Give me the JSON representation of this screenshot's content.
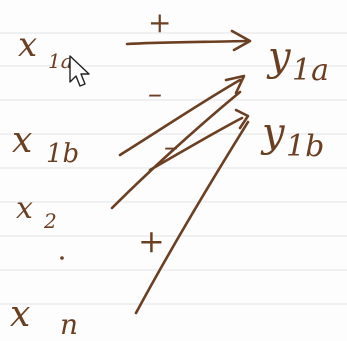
{
  "inputs": [
    {
      "id": "x1a",
      "label": "x",
      "sub": "1a"
    },
    {
      "id": "x1b",
      "label": "x",
      "sub": "1b"
    },
    {
      "id": "x2",
      "label": "x",
      "sub": "2"
    },
    {
      "id": "xn",
      "label": "x",
      "sub": "n"
    }
  ],
  "outputs": [
    {
      "id": "y1a",
      "label": "y",
      "sub": "1a"
    },
    {
      "id": "y1b",
      "label": "y",
      "sub": "1b"
    }
  ],
  "signs": {
    "x1a_y1a": "+",
    "x1b_y1a": "–",
    "x1b_y1b": "–",
    "xn_y1b": "+"
  },
  "colors": {
    "ink": "#6b3f22",
    "rule_lines": "#dfe3e8",
    "paper": "#fdfdfd"
  },
  "cursor": {
    "icon": "arrow-cursor-icon"
  }
}
